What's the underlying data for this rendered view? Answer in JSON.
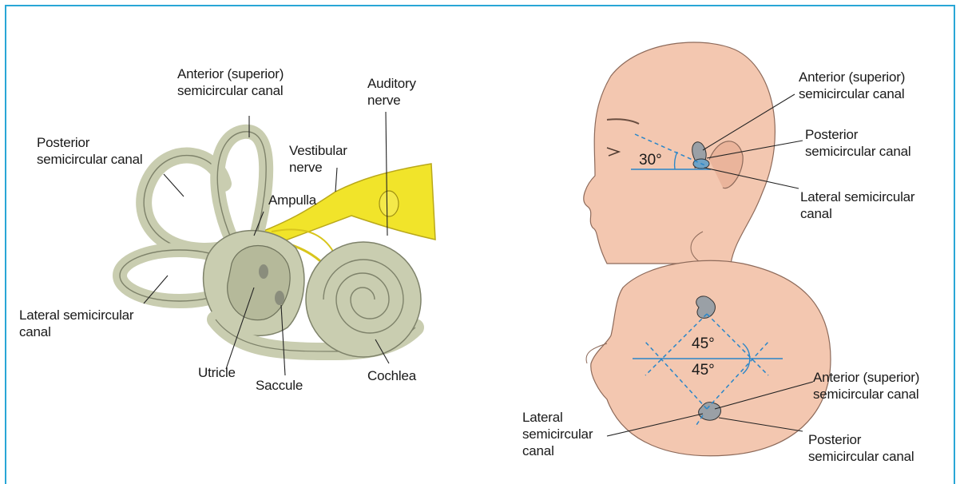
{
  "colors": {
    "frame": "#29a6d6",
    "bone": "#c9cdb0",
    "nerve": "#f1e42a",
    "skin": "#f3c7b0",
    "guide": "#2a86c8"
  },
  "labyrinth": {
    "anterior_canal": "Anterior (superior)\nsemicircular canal",
    "auditory_nerve": "Auditory\nnerve",
    "posterior_canal": "Posterior\nsemicircular canal",
    "vestibular_nerve": "Vestibular\nnerve",
    "ampulla": "Ampulla",
    "lateral_canal": "Lateral semicircular\ncanal",
    "utricle": "Utricle",
    "saccule": "Saccule",
    "cochlea": "Cochlea"
  },
  "side_view": {
    "anterior_canal": "Anterior (superior)\nsemicircular canal",
    "posterior_canal": "Posterior\nsemicircular canal",
    "lateral_canal": "Lateral semicircular\ncanal",
    "angle": "30°"
  },
  "top_view": {
    "angle_upper": "45°",
    "angle_lower": "45°",
    "anterior_canal": "Anterior (superior)\nsemicircular canal",
    "lateral_canal": "Lateral\nsemicircular\ncanal",
    "posterior_canal": "Posterior\nsemicircular canal"
  }
}
